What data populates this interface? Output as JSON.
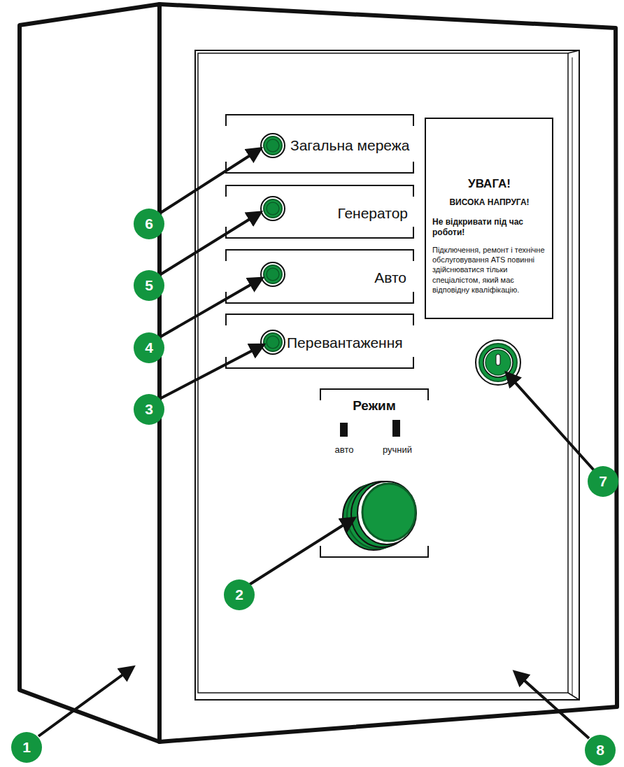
{
  "diagram": {
    "nodes": [
      {
        "text": [
          "Загальна мережа"
        ]
      },
      {
        "text": [
          "Генератор"
        ]
      },
      {
        "text": [
          "Авто"
        ]
      },
      {
        "text": [
          "Перевантаження"
        ]
      },
      {
        "text": [
          "УВАГА!",
          "ВИСОКА НАПРУГА!",
          "Не відкривати під час роботи!",
          "Підключення, ремонт і технічне обслуговування ATS повинні здійснюватися тільки спеціалістом, який має відповідну кваліфікацію."
        ]
      },
      {
        "text": [
          "Режим",
          "авто",
          "ручний"
        ]
      }
    ],
    "labels": [
      "6",
      "5",
      "4",
      "3",
      "7",
      "2",
      "1",
      "8"
    ]
  }
}
